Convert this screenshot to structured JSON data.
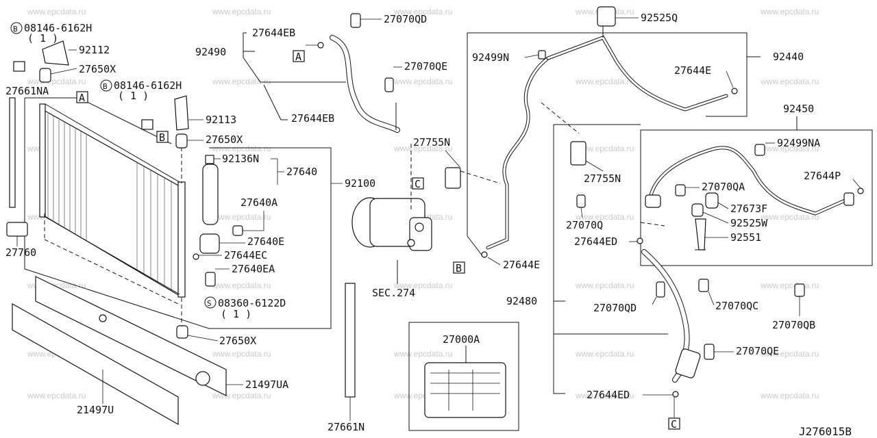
{
  "watermark": "www.epcdata.ru",
  "diagram_code": "J276015B",
  "labels": {
    "p08146_6162H_a": "08146-6162H",
    "p08146_6162H_a_qty": "( 1 )",
    "p92112": "92112",
    "p27650X_a": "27650X",
    "p27661NA": "27661NA",
    "p08146_6162H_b": "08146-6162H",
    "p08146_6162H_b_qty": "( 1 )",
    "p92113": "92113",
    "p27650X_b": "27650X",
    "p92136N": "92136N",
    "p27640": "27640",
    "p92100": "92100",
    "p27640A": "27640A",
    "p27640E": "27640E",
    "p27644EC": "27644EC",
    "p27640EA": "27640EA",
    "p08360_6122D": "08360-6122D",
    "p08360_6122D_qty": "( 1 )",
    "p27650X_c": "27650X",
    "p27760": "27760",
    "p21497UA": "21497UA",
    "p21497U": "21497U",
    "p27644EB_a": "27644EB",
    "p27070QD_a": "27070QD",
    "p92490": "92490",
    "p27070QE_a": "27070QE",
    "p27644EB_b": "27644EB",
    "p27755N_a": "27755N",
    "pSEC274": "SEC.274",
    "p27661N": "27661N",
    "p27000A": "27000A",
    "p92525Q": "92525Q",
    "p92499N": "92499N",
    "p92440": "92440",
    "p27644E_a": "27644E",
    "p27755N_b": "27755N",
    "p27070Q": "27070Q",
    "p27644E_b": "27644E",
    "p92450": "92450",
    "p92499NA": "92499NA",
    "p27644P": "27644P",
    "p27070QA": "27070QA",
    "p27673F": "27673F",
    "p92525W": "92525W",
    "p92551": "92551",
    "p27644ED_a": "27644ED",
    "p92480": "92480",
    "p27070QD_b": "27070QD",
    "p27070QC": "27070QC",
    "p27070QB": "27070QB",
    "p27070QE_b": "27070QE",
    "p27644ED_b": "27644ED"
  },
  "markers": {
    "A": "A",
    "B": "B",
    "C": "C",
    "S": "S"
  }
}
